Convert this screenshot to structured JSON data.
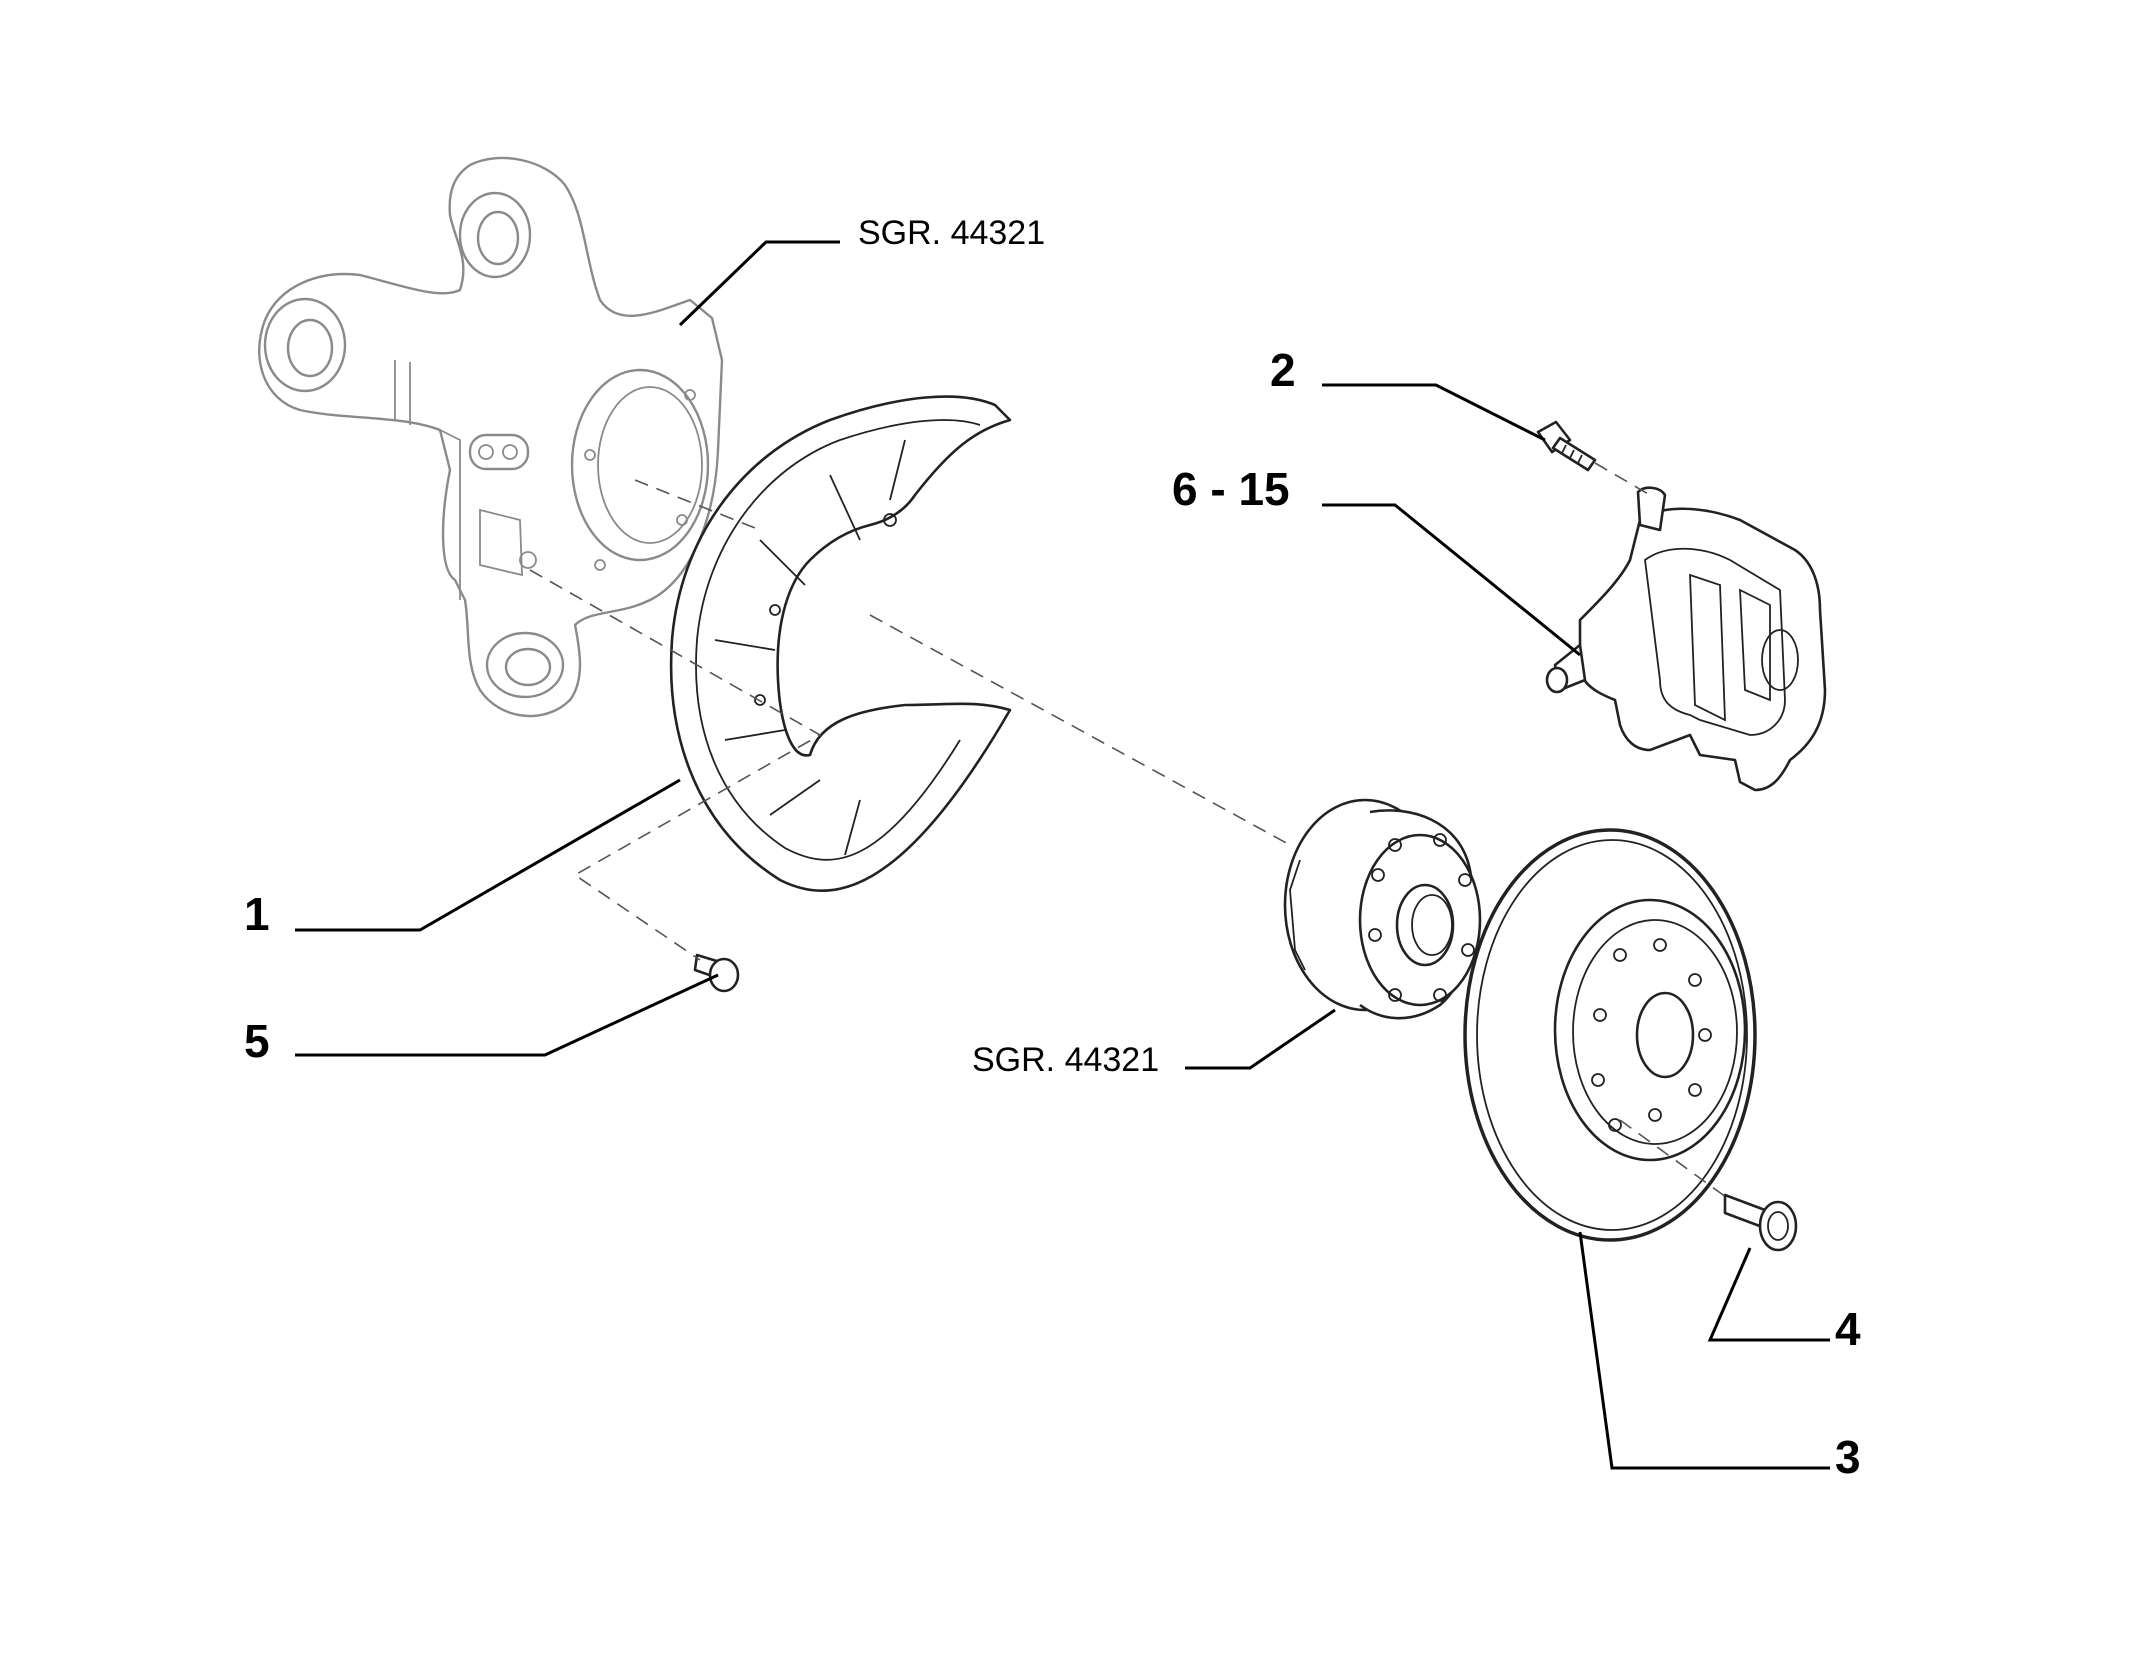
{
  "callouts": {
    "knuckle_ref": "SGR. 44321",
    "hub_ref": "SGR. 44321",
    "item_1": "1",
    "item_2": "2",
    "item_3": "3",
    "item_4": "4",
    "item_5": "5",
    "item_6_15": "6 - 15"
  },
  "parts": [
    {
      "id": "steering-knuckle",
      "icon": "steering-knuckle-drawing",
      "color": "#8a8a8a"
    },
    {
      "id": "brake-dust-shield",
      "icon": "splash-guard-drawing",
      "color": "#222222"
    },
    {
      "id": "wheel-hub-bearing",
      "icon": "hub-drawing",
      "color": "#222222"
    },
    {
      "id": "brake-disc",
      "icon": "disc-drawing",
      "color": "#222222"
    },
    {
      "id": "brake-caliper",
      "icon": "caliper-drawing",
      "color": "#222222"
    },
    {
      "id": "caliper-bolt",
      "icon": "bolt-drawing",
      "color": "#222222"
    },
    {
      "id": "disc-screw",
      "icon": "bolt-drawing",
      "color": "#222222"
    },
    {
      "id": "shield-screw",
      "icon": "bolt-drawing",
      "color": "#222222"
    }
  ]
}
